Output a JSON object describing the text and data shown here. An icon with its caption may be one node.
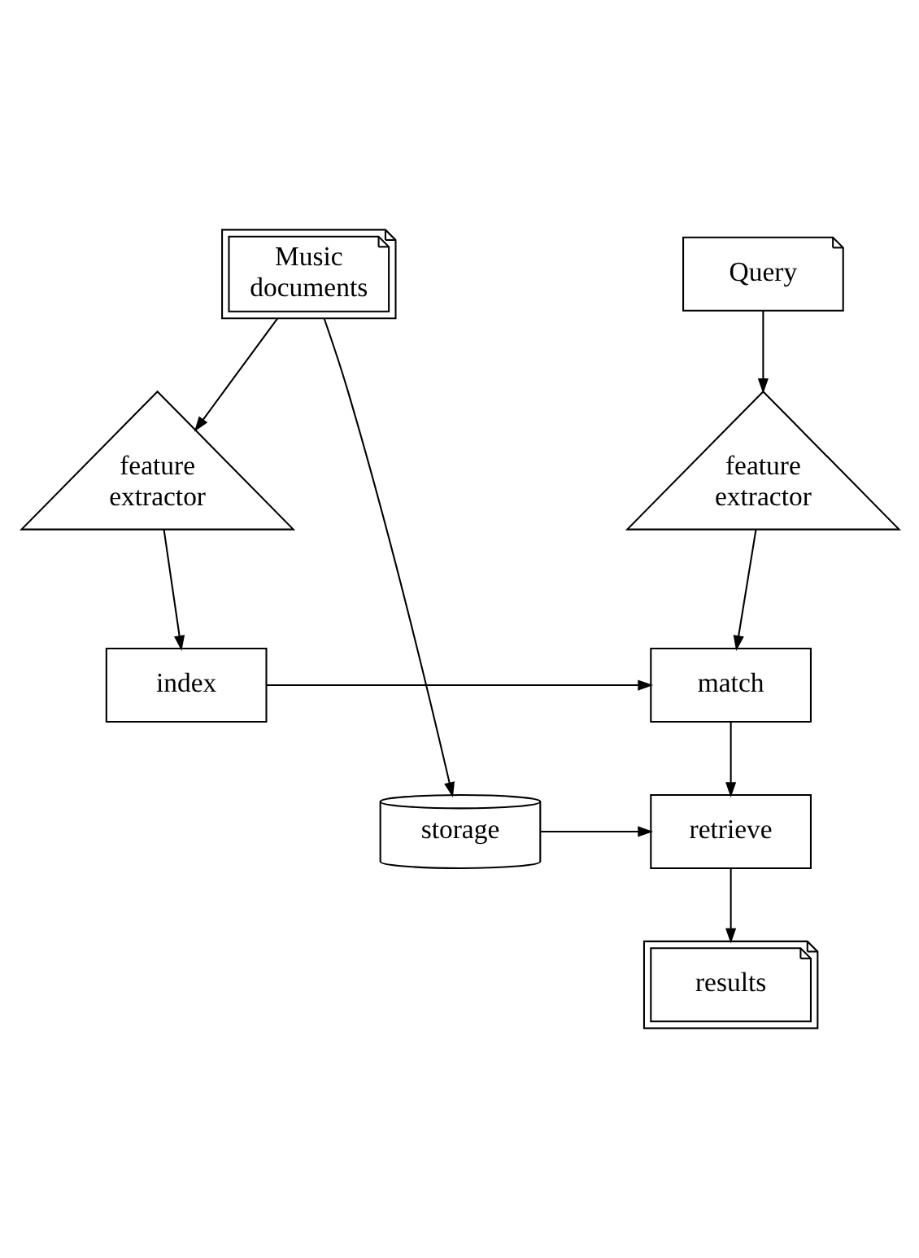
{
  "diagram": {
    "nodes": [
      {
        "text": [
          "Query"
        ]
      },
      {
        "text": [
          "Music documents"
        ]
      },
      {
        "text": [
          "feature extractor"
        ]
      },
      {
        "text": [
          "feature extractor"
        ]
      },
      {
        "text": [
          "match"
        ]
      },
      {
        "text": [
          "index"
        ]
      },
      {
        "text": [
          "retrieve"
        ]
      },
      {
        "text": [
          "storage"
        ]
      },
      {
        "text": [
          "results"
        ]
      }
    ],
    "edges": [
      {
        "from": 0,
        "to": 2,
        "arrow": "to"
      },
      {
        "from": 1,
        "to": 3,
        "arrow": "to"
      },
      {
        "from": 1,
        "to": 7,
        "arrow": "to"
      },
      {
        "from": 2,
        "to": 4,
        "arrow": "to"
      },
      {
        "from": 3,
        "to": 5,
        "arrow": "to"
      },
      {
        "from": 5,
        "to": 4,
        "arrow": "to"
      },
      {
        "from": 4,
        "to": 6,
        "arrow": "to"
      },
      {
        "from": 7,
        "to": 6,
        "arrow": "to"
      },
      {
        "from": 6,
        "to": 8,
        "arrow": "to"
      }
    ]
  }
}
